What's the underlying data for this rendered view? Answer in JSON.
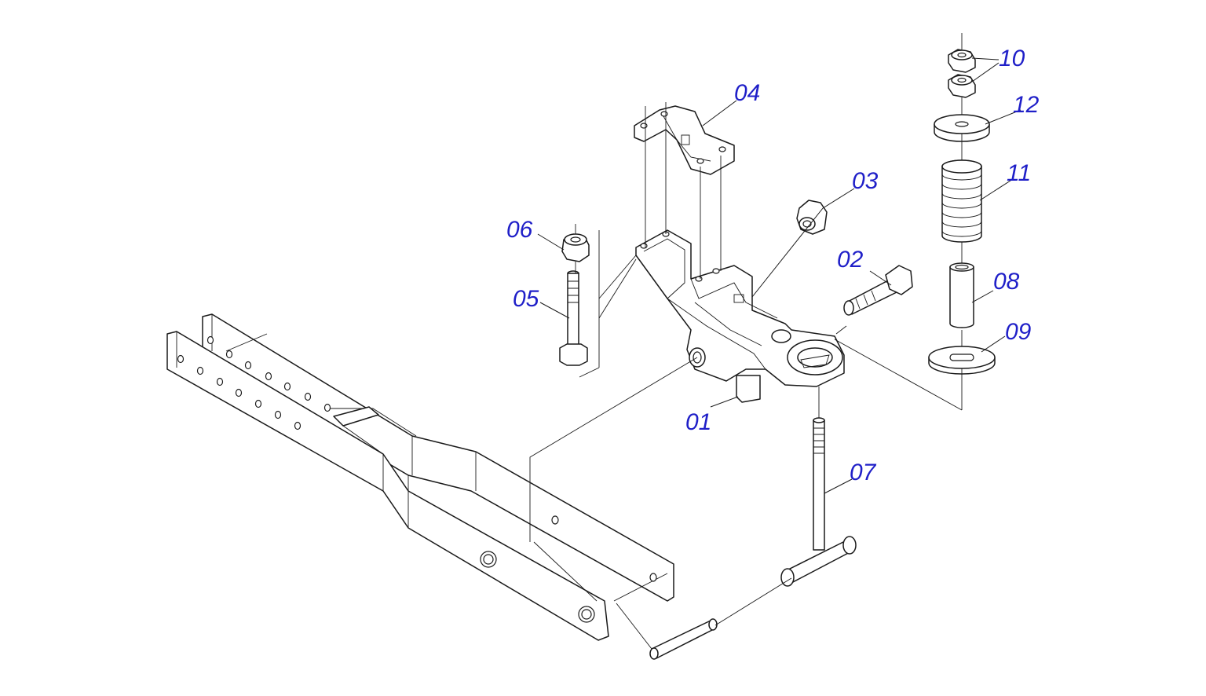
{
  "diagram": {
    "label_color": "#1f1fc8",
    "line_color": "#1a1a1a",
    "callouts": [
      {
        "id": "01",
        "text": "01"
      },
      {
        "id": "02",
        "text": "02"
      },
      {
        "id": "03",
        "text": "03"
      },
      {
        "id": "04",
        "text": "04"
      },
      {
        "id": "05",
        "text": "05"
      },
      {
        "id": "06",
        "text": "06"
      },
      {
        "id": "07",
        "text": "07"
      },
      {
        "id": "08",
        "text": "08"
      },
      {
        "id": "09",
        "text": "09"
      },
      {
        "id": "10",
        "text": "10"
      },
      {
        "id": "11",
        "text": "11"
      },
      {
        "id": "12",
        "text": "12"
      }
    ]
  }
}
